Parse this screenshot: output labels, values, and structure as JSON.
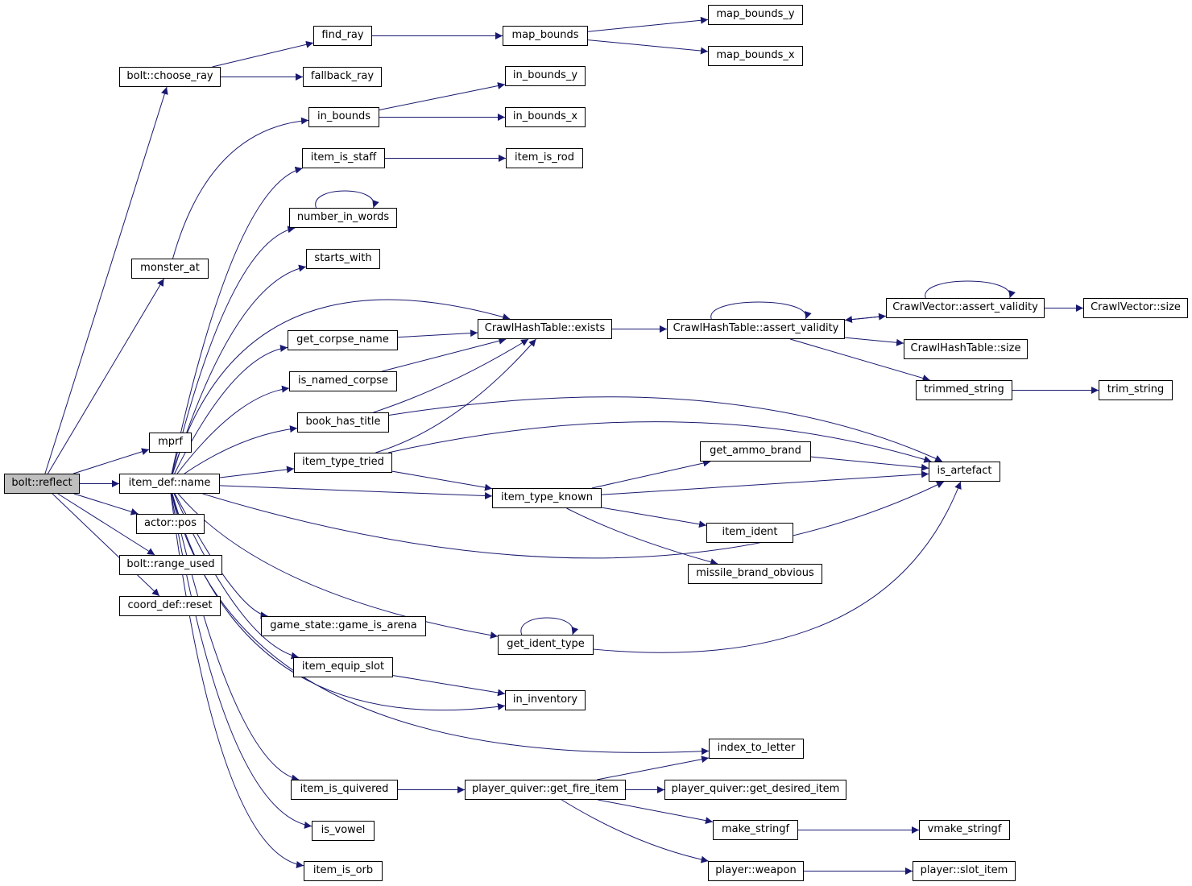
{
  "colors": {
    "edge": "#191970",
    "node_border": "#000000",
    "node_fill": "#ffffff",
    "root_fill": "#bfbfbf"
  },
  "nodes": {
    "reflect": "bolt::reflect",
    "choose_ray": "bolt::choose_ray",
    "find_ray": "find_ray",
    "fallback_ray": "fallback_ray",
    "map_bounds": "map_bounds",
    "map_bounds_y": "map_bounds_y",
    "map_bounds_x": "map_bounds_x",
    "monster_at": "monster_at",
    "in_bounds": "in_bounds",
    "in_bounds_y": "in_bounds_y",
    "in_bounds_x": "in_bounds_x",
    "item_is_staff": "item_is_staff",
    "item_is_rod": "item_is_rod",
    "number_in_words": "number_in_words",
    "starts_with": "starts_with",
    "get_corpse_name": "get_corpse_name",
    "is_named_corpse": "is_named_corpse",
    "book_has_title": "book_has_title",
    "ht_exists": "CrawlHashTable::exists",
    "ht_assert": "CrawlHashTable::assert_validity",
    "cv_assert": "CrawlVector::assert_validity",
    "cv_size": "CrawlVector::size",
    "ht_size": "CrawlHashTable::size",
    "trimmed_string": "trimmed_string",
    "trim_string": "trim_string",
    "mprf": "mprf",
    "item_def_name": "item_def::name",
    "item_type_tried": "item_type_tried",
    "get_ammo_brand": "get_ammo_brand",
    "is_artefact": "is_artefact",
    "item_type_known": "item_type_known",
    "item_ident": "item_ident",
    "missile_brand_obvious": "missile_brand_obvious",
    "actor_pos": "actor::pos",
    "range_used": "bolt::range_used",
    "coord_reset": "coord_def::reset",
    "game_is_arena": "game_state::game_is_arena",
    "get_ident_type": "get_ident_type",
    "item_equip_slot": "item_equip_slot",
    "in_inventory": "in_inventory",
    "index_to_letter": "index_to_letter",
    "item_is_quivered": "item_is_quivered",
    "get_fire_item": "player_quiver::get_fire_item",
    "get_desired_item": "player_quiver::get_desired_item",
    "make_stringf": "make_stringf",
    "vmake_stringf": "vmake_stringf",
    "is_vowel": "is_vowel",
    "item_is_orb": "item_is_orb",
    "player_weapon": "player::weapon",
    "slot_item": "player::slot_item"
  }
}
